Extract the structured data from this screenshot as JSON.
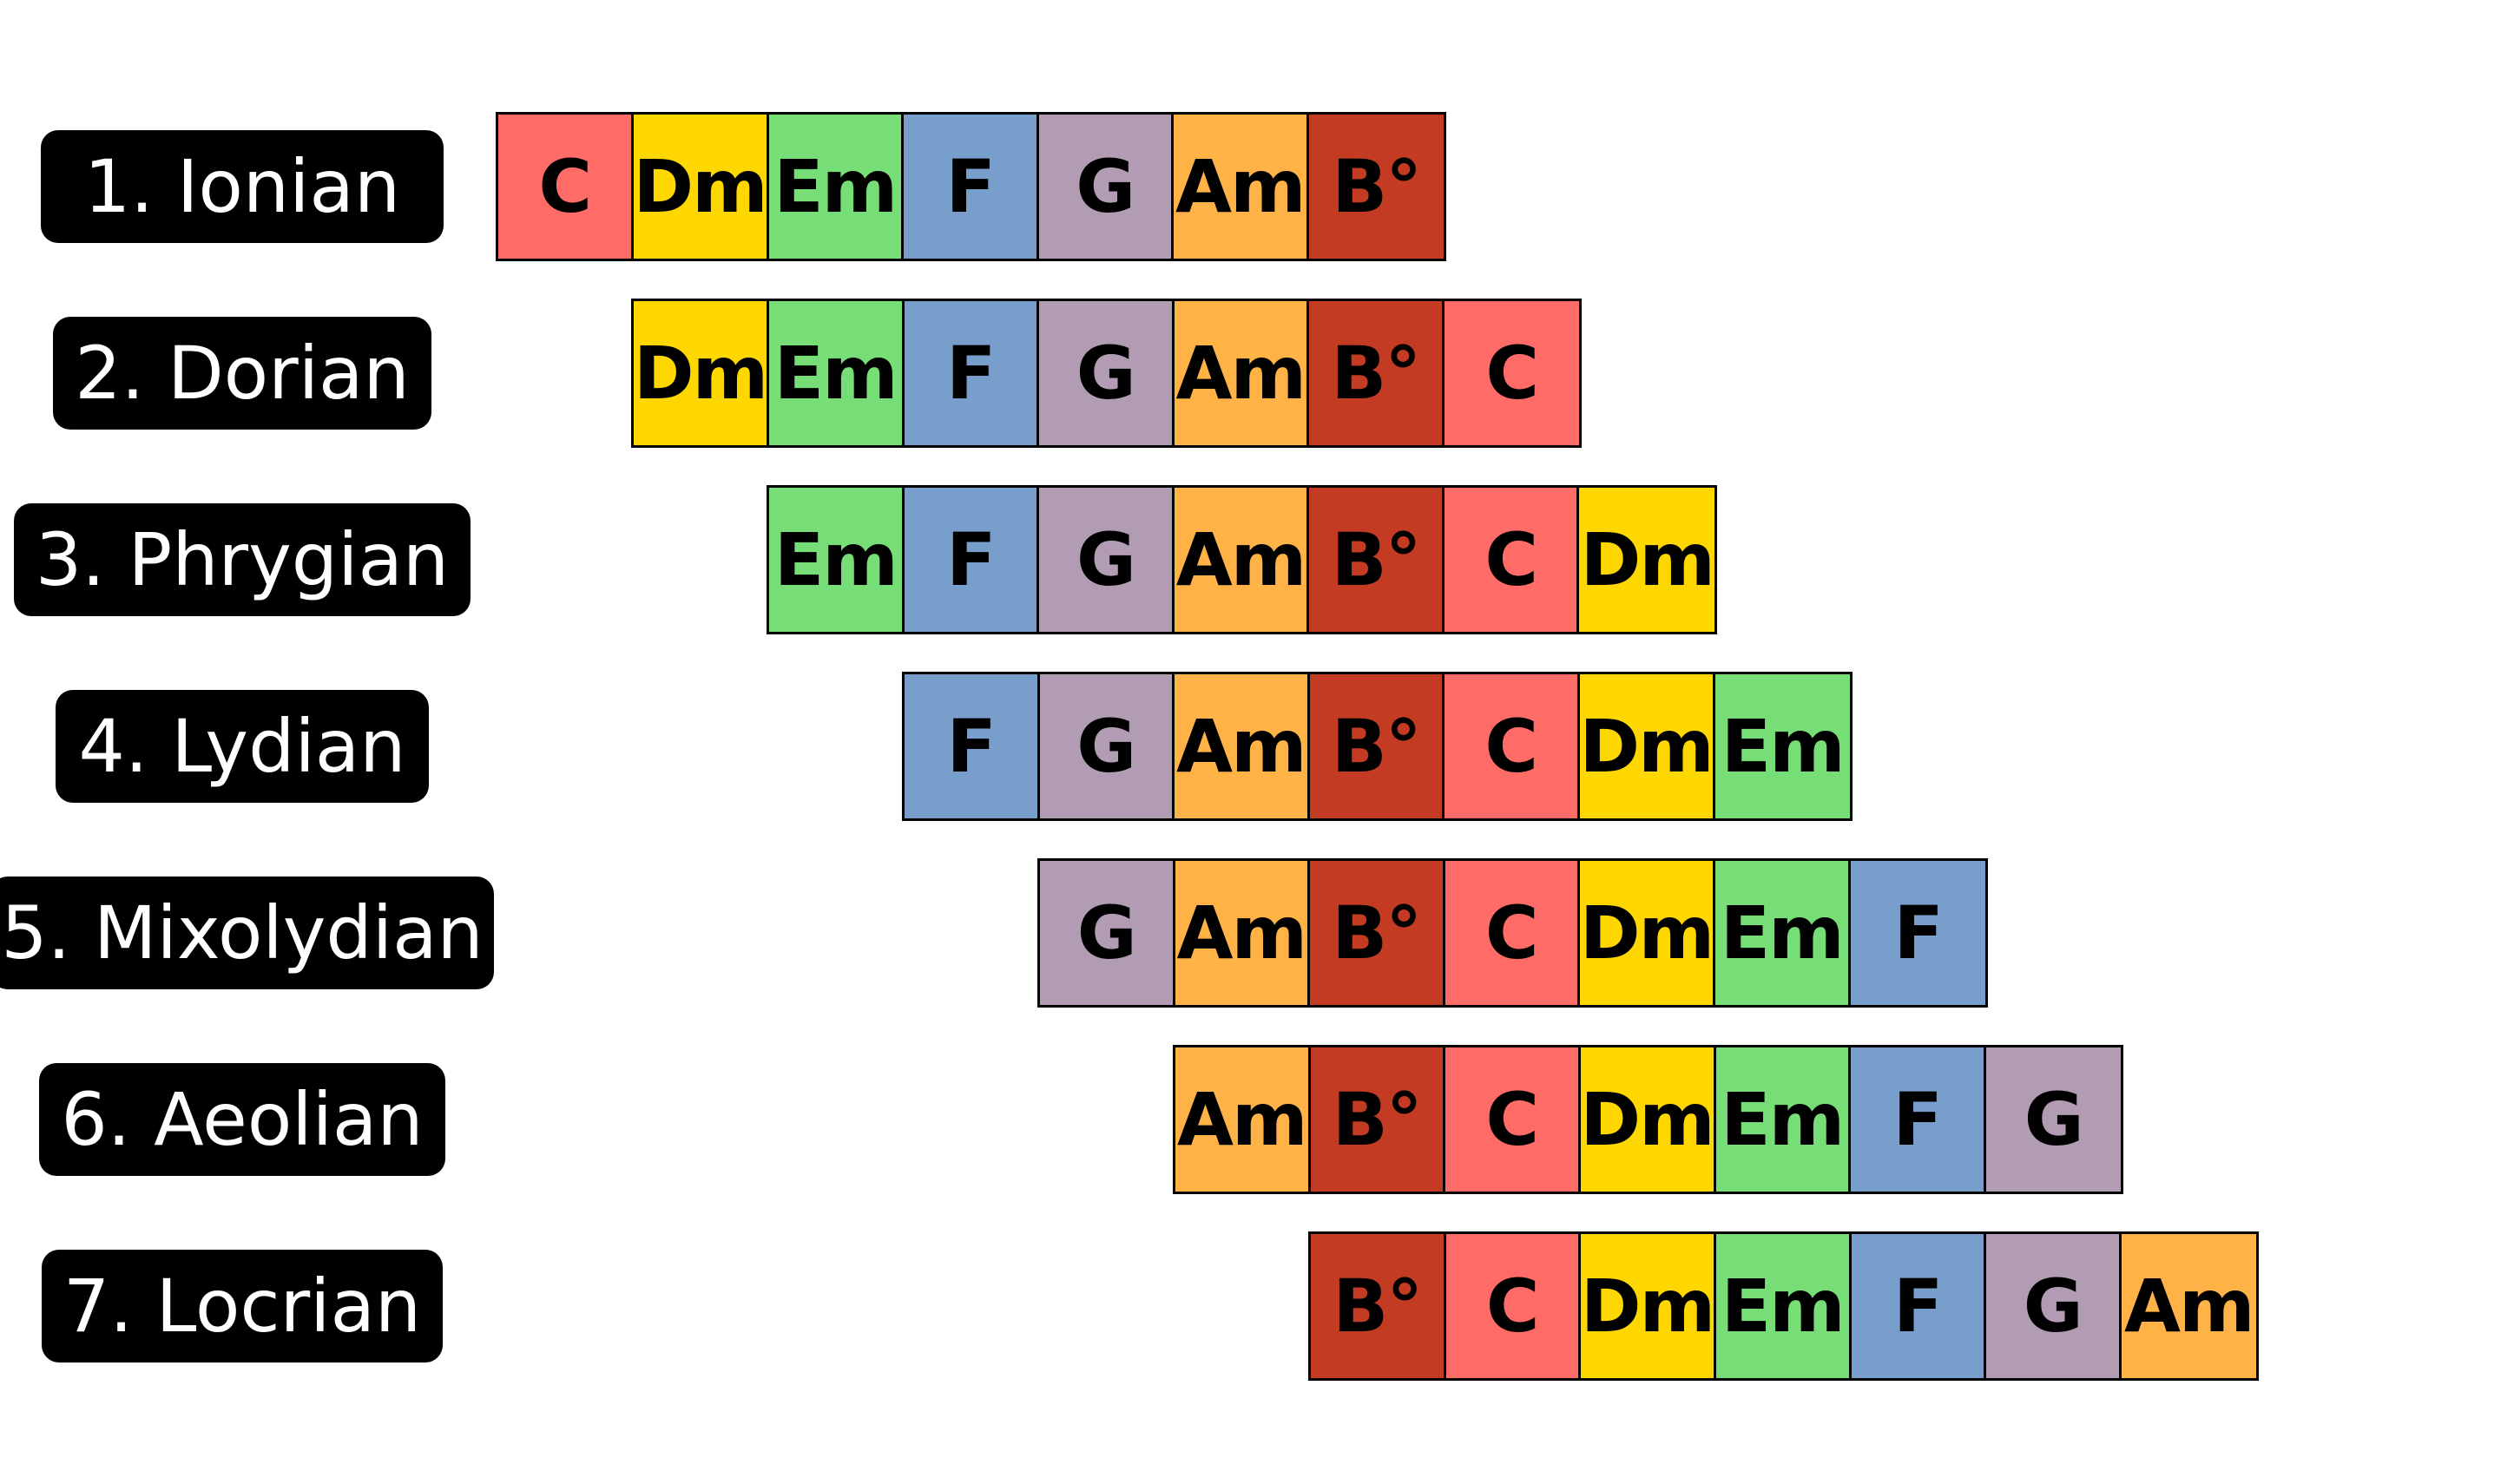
{
  "chord_colors": {
    "C": "#FF6B66",
    "Dm": "#FFD700",
    "Em": "#77DD77",
    "F": "#789FCC",
    "G": "#B19CB4",
    "Am": "#FFB347",
    "B°": "#C23B22"
  },
  "label_background": "#000000",
  "label_text_color": "#FFFFFF",
  "modes": [
    {
      "label": "1. Ionian",
      "chords": [
        "C",
        "Dm",
        "Em",
        "F",
        "G",
        "Am",
        "B°"
      ]
    },
    {
      "label": "2. Dorian",
      "chords": [
        "Dm",
        "Em",
        "F",
        "G",
        "Am",
        "B°",
        "C"
      ]
    },
    {
      "label": "3. Phrygian",
      "chords": [
        "Em",
        "F",
        "G",
        "Am",
        "B°",
        "C",
        "Dm"
      ]
    },
    {
      "label": "4. Lydian",
      "chords": [
        "F",
        "G",
        "Am",
        "B°",
        "C",
        "Dm",
        "Em"
      ]
    },
    {
      "label": "5. Mixolydian",
      "chords": [
        "G",
        "Am",
        "B°",
        "C",
        "Dm",
        "Em",
        "F"
      ]
    },
    {
      "label": "6. Aeolian",
      "chords": [
        "Am",
        "B°",
        "C",
        "Dm",
        "Em",
        "F",
        "G"
      ]
    },
    {
      "label": "7. Locrian",
      "chords": [
        "B°",
        "C",
        "Dm",
        "Em",
        "F",
        "G",
        "Am"
      ]
    }
  ]
}
